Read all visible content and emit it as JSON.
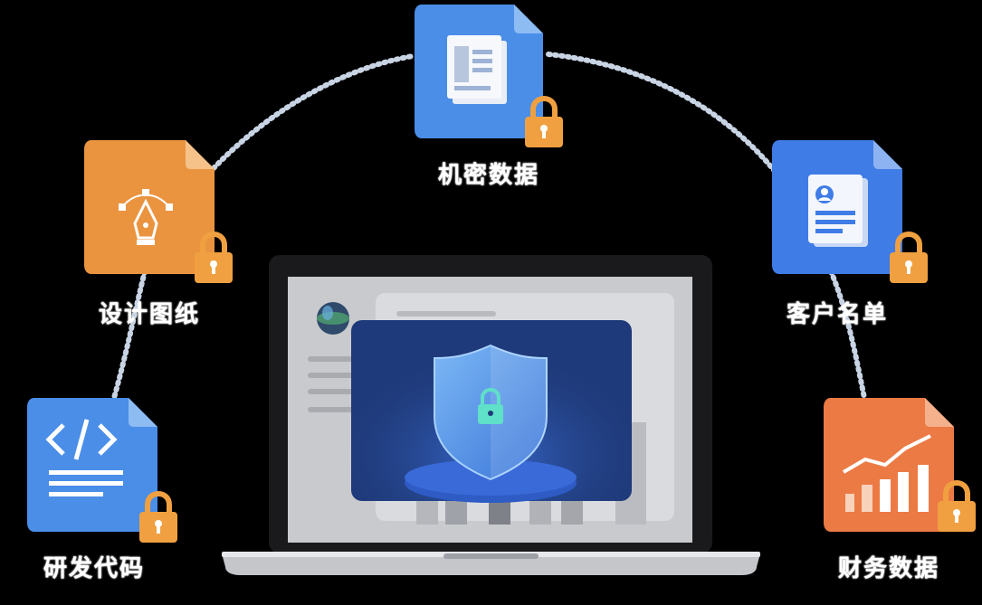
{
  "nodes": {
    "confidential": {
      "label": "机密数据",
      "color": "#4a8ee8"
    },
    "design": {
      "label": "设计图纸",
      "color": "#ea9440"
    },
    "customers": {
      "label": "客户名单",
      "color": "#3f7ce6"
    },
    "code": {
      "label": "研发代码",
      "color": "#4a8ee8"
    },
    "finance": {
      "label": "财务数据",
      "color": "#ec7a44"
    }
  },
  "colors": {
    "lock": "#f0a040",
    "connector": "#c8d4e4",
    "laptop_frame": "#1a1a1c",
    "screen_bg": "#c9cacd",
    "shield_panel": "#1f3a7a",
    "shield": "#4f93e8"
  },
  "icons": [
    "document-icon",
    "pen-tool-icon",
    "contact-card-icon",
    "code-icon",
    "bar-chart-icon",
    "lock-icon",
    "shield-lock-icon",
    "globe-icon"
  ]
}
